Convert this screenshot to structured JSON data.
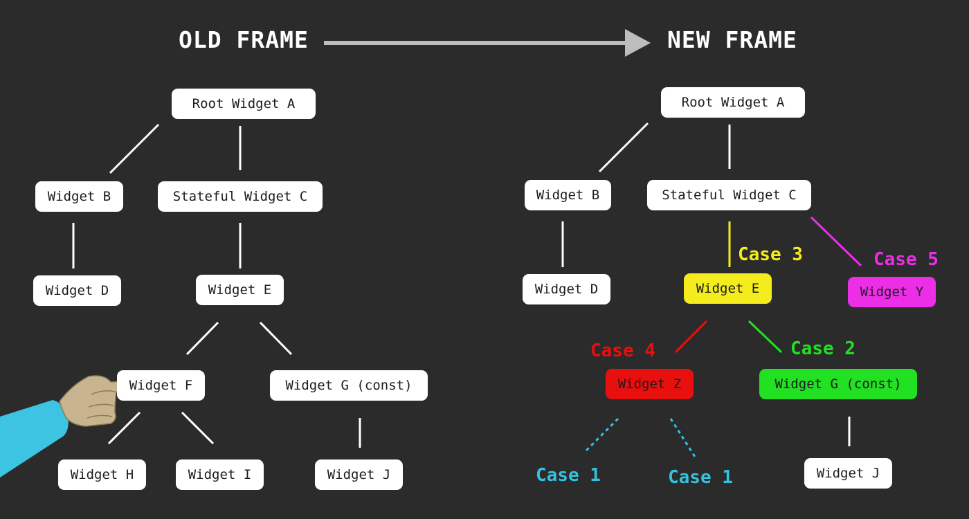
{
  "headings": {
    "old": "OLD FRAME",
    "new": "NEW FRAME"
  },
  "old_tree": {
    "root": "Root Widget A",
    "b": "Widget B",
    "c": "Stateful Widget C",
    "d": "Widget D",
    "e": "Widget E",
    "f": "Widget F",
    "g": "Widget G (const)",
    "h": "Widget H",
    "i": "Widget I",
    "j": "Widget J"
  },
  "new_tree": {
    "root": "Root Widget A",
    "b": "Widget B",
    "c": "Stateful Widget C",
    "d": "Widget D",
    "e": "Widget E",
    "y": "Widget Y",
    "z": "Widget Z",
    "g": "Widget G (const)",
    "j": "Widget J"
  },
  "cases": {
    "case3": "Case 3",
    "case5": "Case 5",
    "case4": "Case 4",
    "case2": "Case 2",
    "case1_left": "Case 1",
    "case1_right": "Case 1"
  },
  "colors": {
    "background": "#2b2b2b",
    "node": "#ffffff",
    "case1": "#33c3e0",
    "case2": "#22e022",
    "case3": "#f4ec1c",
    "case4": "#e80f0f",
    "case5": "#ec2ee6",
    "arrow": "#bdbdbd"
  },
  "icons": {
    "pointer": "pointing-hand-icon",
    "arrow": "right-arrow-icon"
  }
}
